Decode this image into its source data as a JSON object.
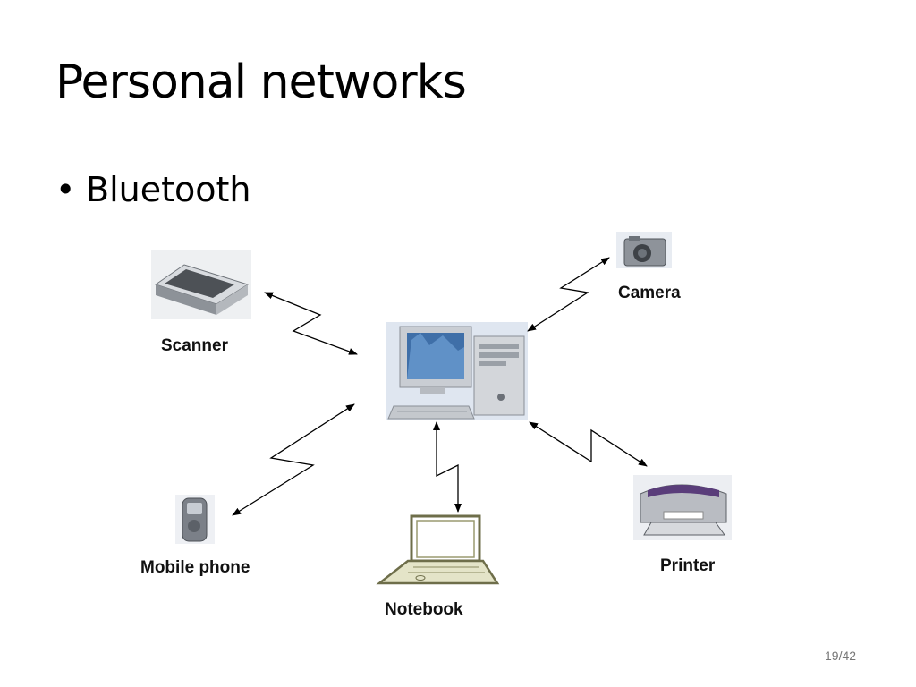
{
  "slide": {
    "title": "Personal networks",
    "bullet": "Bluetooth",
    "page_number": "19/42"
  },
  "diagram": {
    "devices": {
      "scanner": "Scanner",
      "camera": "Camera",
      "mobile": "Mobile phone",
      "notebook": "Notebook",
      "printer": "Printer"
    },
    "icons": [
      "desktop-computer-icon",
      "scanner-icon",
      "camera-icon",
      "mobile-phone-icon",
      "notebook-icon",
      "printer-icon"
    ]
  }
}
